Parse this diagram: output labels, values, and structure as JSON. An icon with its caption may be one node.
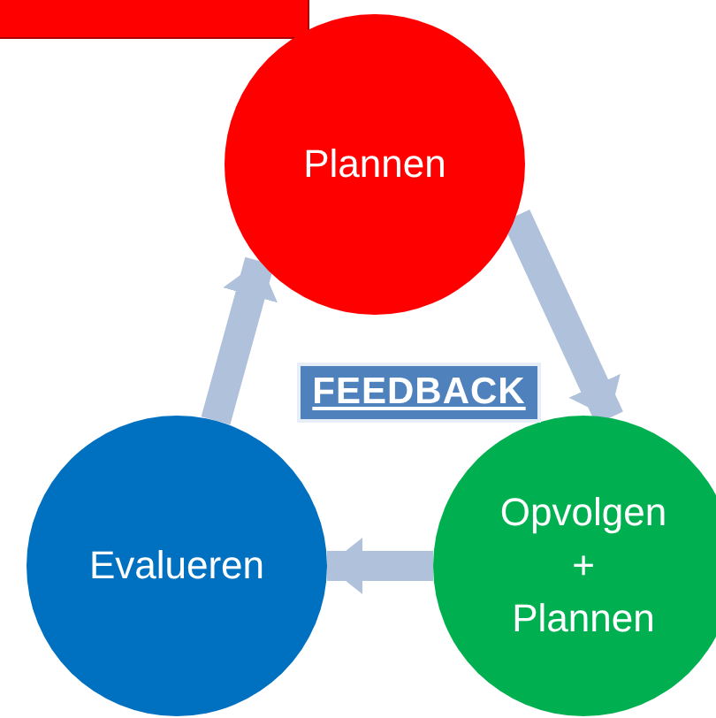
{
  "diagram": {
    "nodes": [
      {
        "text": [],
        "shape": "box"
      },
      {
        "text": [
          "Plannen"
        ]
      },
      {
        "text": [
          "Evalueren"
        ]
      },
      {
        "text": [
          "Opvolgen + Plannen"
        ]
      },
      {
        "text": [
          "FEEDBACK"
        ]
      }
    ],
    "edges": [
      {
        "from": 1,
        "to": 3,
        "arrow": "to"
      },
      {
        "from": 3,
        "to": 2,
        "arrow": "to"
      },
      {
        "from": 2,
        "to": 1,
        "arrow": "to"
      }
    ]
  }
}
